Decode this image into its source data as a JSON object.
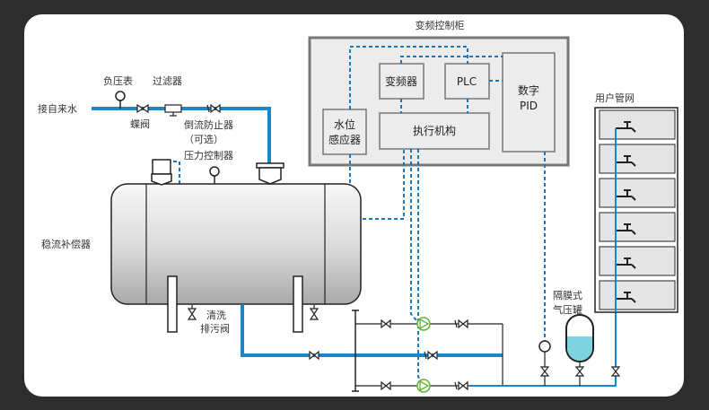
{
  "title": "变频控制柜",
  "colors": {
    "background": "#2d2d2d",
    "card": "#ffffff",
    "water_pipe": "#1a86c8",
    "control_line": "#1a78b8",
    "pump": "#5cb531",
    "cabinet_fill": "#ececec",
    "tank_water": "#7fd3e0"
  },
  "labels": {
    "water_source": "接自来水",
    "vacuum_gauge": "负压表",
    "filter": "过滤器",
    "butterfly_valve": "蝶阀",
    "backflow_preventer_1": "倒流防止器",
    "backflow_preventer_2": "（可选）",
    "pressure_controller": "压力控制器",
    "stabilizer": "稳流补偿器",
    "drain_valve_1": "清洗",
    "drain_valve_2": "排污阀",
    "user_network": "用户管网",
    "diaphragm_tank_1": "隔膜式",
    "diaphragm_tank_2": "气压罐"
  },
  "cabinet": {
    "title": "变频控制柜",
    "modules": {
      "water_level_sensor_1": "水位",
      "water_level_sensor_2": "感应器",
      "inverter": "变频器",
      "plc": "PLC",
      "digital_pid_1": "数字",
      "digital_pid_2": "PID",
      "actuator": "执行机构"
    }
  },
  "user_floors": 6,
  "pumps": 2
}
